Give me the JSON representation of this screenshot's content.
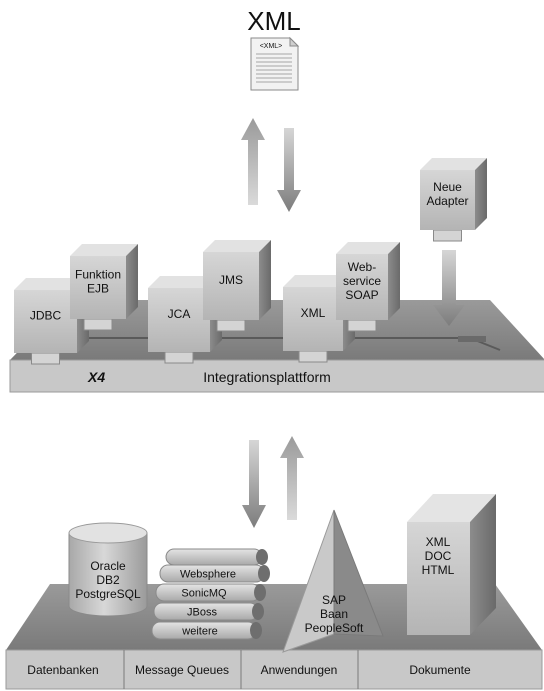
{
  "top": {
    "title": "XML",
    "doc_tag": "<XML>"
  },
  "platform": {
    "brand": "X4",
    "label": "Integrationsplattform",
    "adapters": {
      "jdbc": [
        "JDBC"
      ],
      "ejb": [
        "Funktion",
        "EJB"
      ],
      "jca": [
        "JCA"
      ],
      "jms": [
        "JMS"
      ],
      "xml": [
        "XML"
      ],
      "soap": [
        "Web-",
        "service",
        "SOAP"
      ],
      "neue": [
        "Neue",
        "Adapter"
      ]
    }
  },
  "backends": {
    "database": [
      "Oracle",
      "DB2",
      "PostgreSQL"
    ],
    "queues": [
      "Websphere",
      "SonicMQ",
      "JBoss",
      "weitere"
    ],
    "apps": [
      "SAP",
      "Baan",
      "PeopleSoft"
    ],
    "docs": [
      "XML",
      "DOC",
      "HTML"
    ],
    "sections": [
      "Datenbanken",
      "Message Queues",
      "Anwendungen",
      "Dokumente"
    ]
  },
  "colors": {
    "box_front": "#c4c4c4",
    "box_side": "#7d7d7d",
    "box_top": "#e3e3e3",
    "platform_top": "#8a8a8a",
    "arrow": "#8c8c8c"
  }
}
